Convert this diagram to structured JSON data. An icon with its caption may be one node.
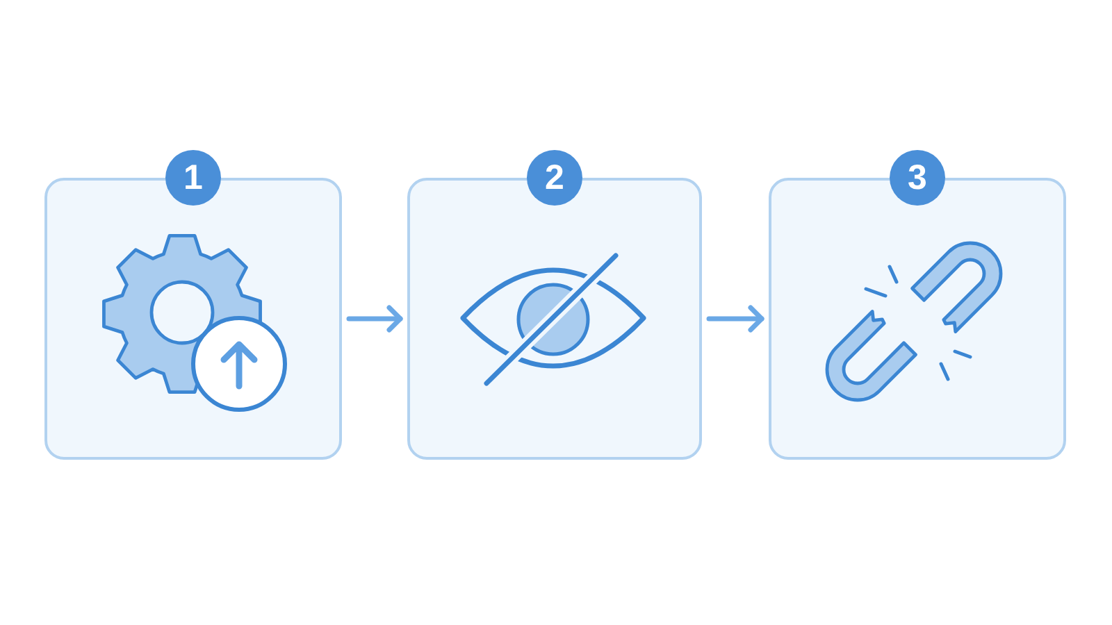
{
  "diagram": {
    "nodes": [
      {
        "text": [
          "1"
        ]
      },
      {
        "text": [
          "2"
        ]
      },
      {
        "text": [
          "3"
        ]
      }
    ],
    "edges": [
      {
        "from": 0,
        "to": 1,
        "arrow": "to"
      },
      {
        "from": 1,
        "to": 2,
        "arrow": "to"
      }
    ]
  }
}
